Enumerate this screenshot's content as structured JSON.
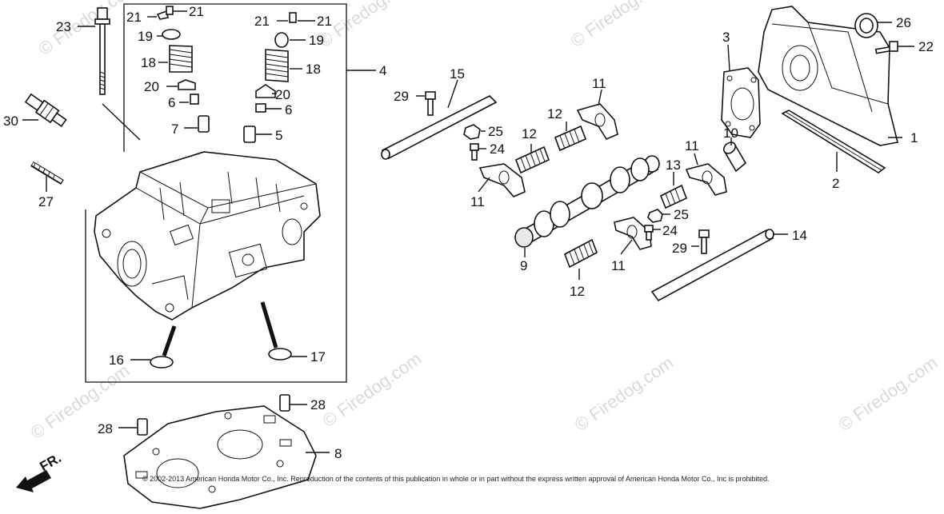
{
  "diagram": {
    "labels": [
      "1",
      "2",
      "3",
      "4",
      "5",
      "6",
      "6",
      "7",
      "8",
      "9",
      "10",
      "11",
      "11",
      "11",
      "11",
      "12",
      "12",
      "12",
      "13",
      "14",
      "15",
      "16",
      "17",
      "18",
      "18",
      "19",
      "19",
      "20",
      "20",
      "21",
      "21",
      "21",
      "21",
      "22",
      "23",
      "24",
      "24",
      "25",
      "25",
      "26",
      "27",
      "28",
      "28",
      "29",
      "29",
      "30"
    ],
    "direction_label": "FR.",
    "watermark": "© Firedog.com",
    "copyright": "© 2002-2013 American Honda Motor Co., Inc. Reproduction of the contents of this publication in whole or in part without the express written approval of American Honda Motor Co., Inc is prohibited."
  }
}
